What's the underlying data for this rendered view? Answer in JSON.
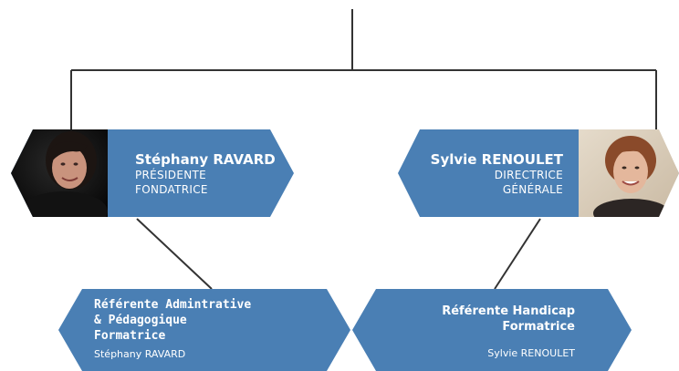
{
  "colors": {
    "card": "#4a7fb4",
    "line": "#333333",
    "text": "#ffffff",
    "background": "#ffffff"
  },
  "cards": {
    "left": {
      "name": "Stéphany RAVARD",
      "role_line1": "PRÉSIDENTE",
      "role_line2": "FONDATRICE",
      "photo": "portrait-photo"
    },
    "right": {
      "name": "Sylvie RENOULET",
      "role_line1": "DIRECTRICE",
      "role_line2": "GÉNÉRALE",
      "photo": "portrait-photo"
    }
  },
  "subcards": {
    "left": {
      "title_line1": "Référente Admintrative",
      "title_line2": "& Pédagogique",
      "title_line3": "Formatrice",
      "person": "Stéphany RAVARD"
    },
    "right": {
      "title_line1": "Référente Handicap",
      "title_line2": "Formatrice",
      "person": "Sylvie RENOULET"
    }
  }
}
